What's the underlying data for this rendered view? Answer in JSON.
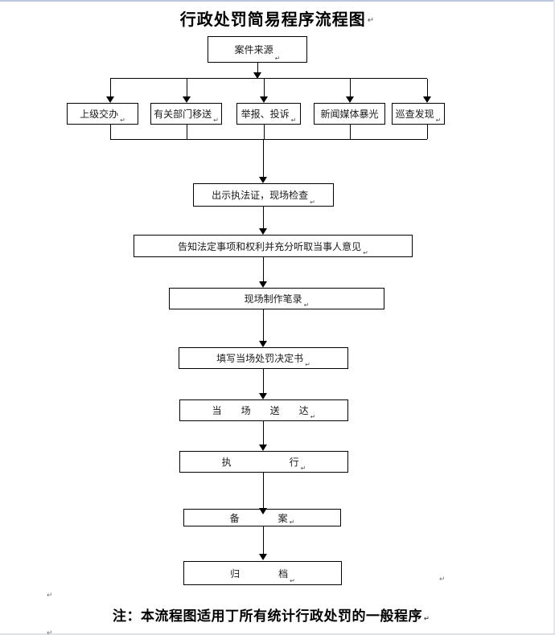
{
  "page": {
    "title": "行政处罚简易程序流程图",
    "note": "注：本流程图适用丁所有统计行政处罚的一般程序"
  },
  "marks": {
    "return": "↵"
  },
  "flowchart": {
    "source": "案件来源",
    "origins": [
      "上级交办",
      "有关部门移送",
      "举报、投诉",
      "新闻媒体暴光",
      "巡查发现"
    ],
    "steps": [
      "出示执法证，现场检查",
      "告知法定事项和权利并充分听取当事人意见",
      "现场制作笔录",
      "填写当场处罚决定书",
      "当　　场　　送　　达",
      "执　　　　　　行",
      "备　　　　案",
      "归　　　　档"
    ],
    "colors": {
      "line": "#000000",
      "box_border": "#000000",
      "text": "#1a1a1a",
      "page_edge_top": "#bdc9e0"
    }
  }
}
